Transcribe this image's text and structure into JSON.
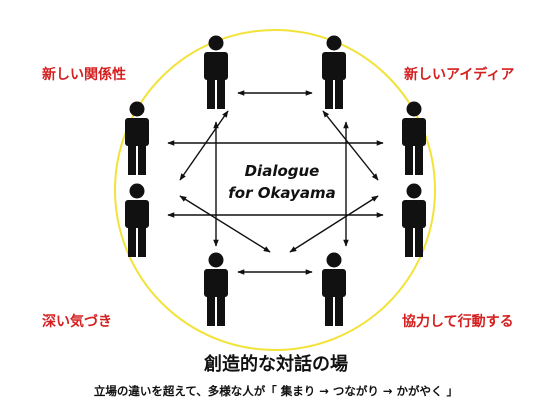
{
  "corners": {
    "top_left": "新しい関係性",
    "top_right": "新しいアイディア",
    "bottom_left": "深い気づき",
    "bottom_right": "協力して行動する"
  },
  "center": {
    "line1": "Dialogue",
    "line2": "for Okayama"
  },
  "title": "創造的な対話の場",
  "subtitle": "立場の違いを超えて、多様な人が「 集まり → つながり → かがやく 」",
  "colors": {
    "ring": "#f2e23a",
    "accent_text": "#d42020",
    "figure": "#111111",
    "arrow": "#111111"
  },
  "icons": [
    "person-icon"
  ]
}
